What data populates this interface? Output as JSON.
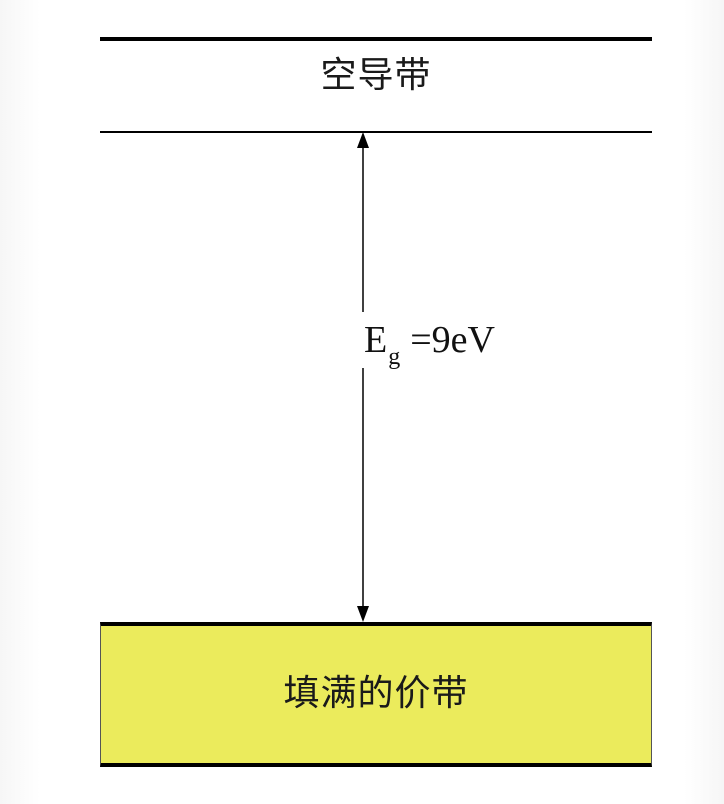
{
  "diagram": {
    "conduction_band": {
      "label": "空导带"
    },
    "valence_band": {
      "label": "填满的价带",
      "fill_color": "#ebeb5c"
    },
    "band_gap": {
      "symbol": "E",
      "subscript": "g",
      "value_text": "=9eV",
      "value": 9,
      "unit": "eV"
    },
    "colors": {
      "line": "#000000",
      "background": "#ffffff",
      "text": "#1a1a1a"
    }
  }
}
